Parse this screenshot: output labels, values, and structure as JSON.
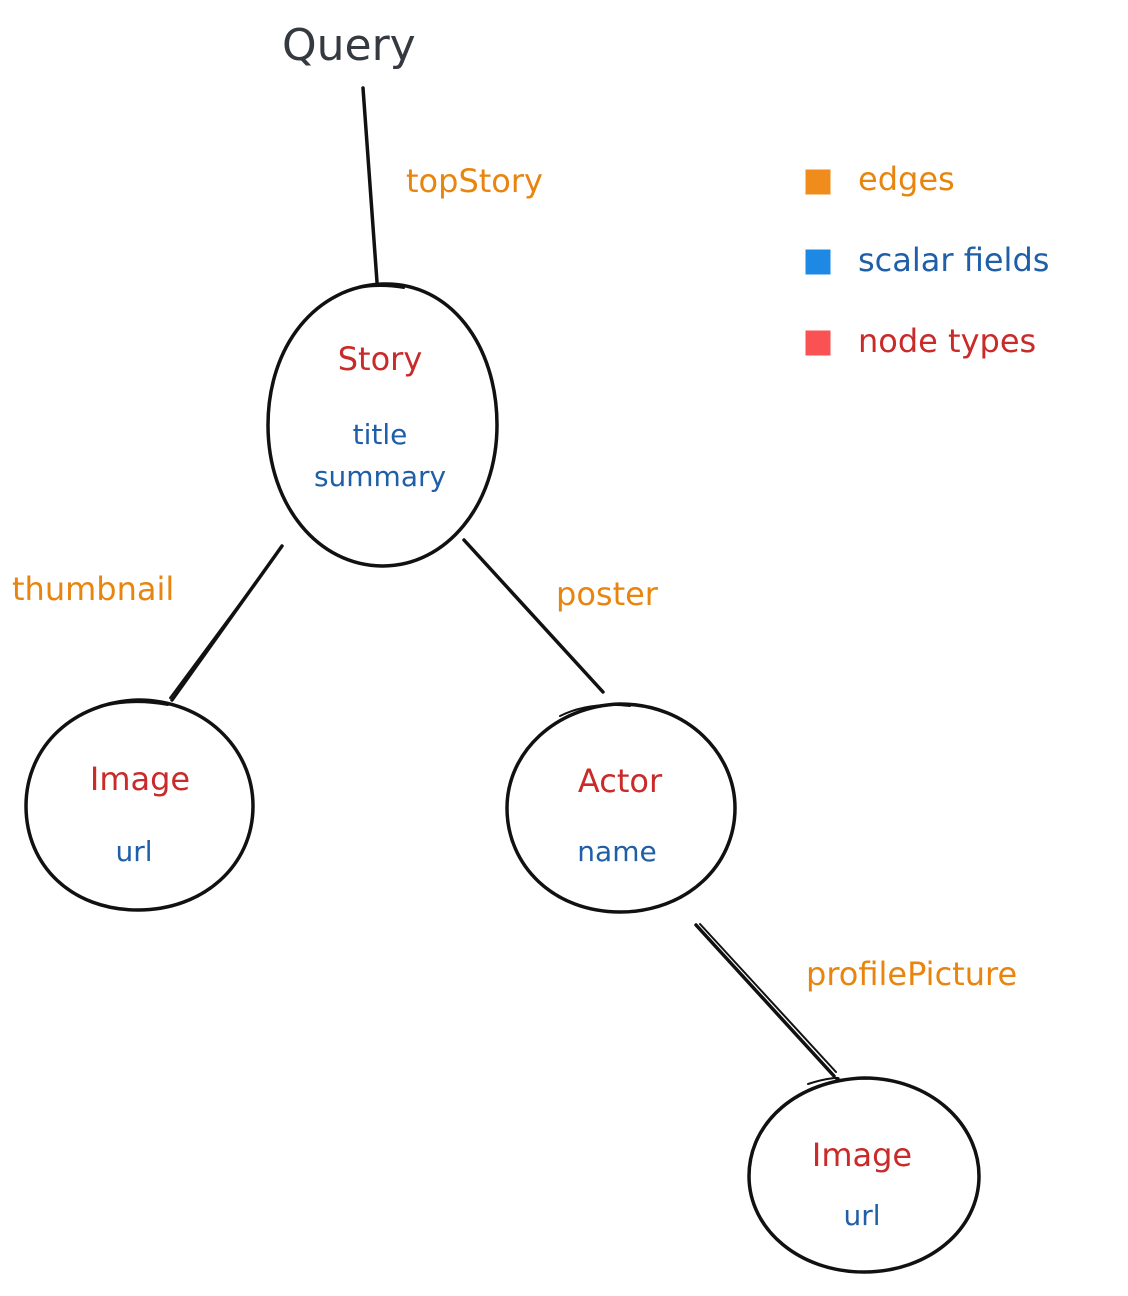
{
  "root": {
    "label": "Query"
  },
  "nodes": {
    "story": {
      "type": "Story",
      "fields": [
        "title",
        "summary"
      ]
    },
    "image_thumbnail": {
      "type": "Image",
      "fields": [
        "url"
      ]
    },
    "actor": {
      "type": "Actor",
      "fields": [
        "name"
      ]
    },
    "image_profile": {
      "type": "Image",
      "fields": [
        "url"
      ]
    }
  },
  "edges": {
    "top_story": "topStory",
    "thumbnail": "thumbnail",
    "poster": "poster",
    "profile_picture": "profilePicture"
  },
  "legend": [
    {
      "label": "edges",
      "color": "#f08c1b"
    },
    {
      "label": "scalar fields",
      "color": "#1e88e5"
    },
    {
      "label": "node types",
      "color": "#fa5252"
    }
  ],
  "colors": {
    "edge_text": "#e8850f",
    "scalar_text": "#1f5fa8",
    "type_text": "#c92a2a",
    "root_text": "#343a40",
    "lines": "#111111"
  }
}
